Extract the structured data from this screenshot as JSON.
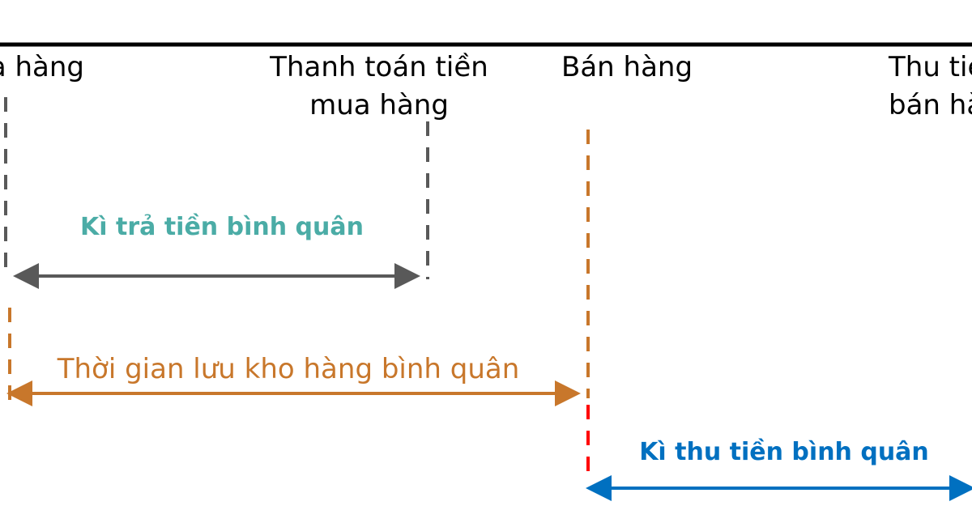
{
  "events": {
    "purchase": "Mua hàng",
    "pay_purchase_line1": "Thanh toán tiền",
    "pay_purchase_line2": "mua hàng",
    "sale": "Bán hàng",
    "collect_line1": "Thu tiền",
    "collect_line2": "bán hàng"
  },
  "periods": {
    "payables": "Kì trả tiền bình quân",
    "inventory": "Thời gian lưu kho hàng bình quân",
    "receivables": "Kì thu tiền bình quân"
  },
  "colors": {
    "axis": "#000000",
    "payables": "#4BACA6",
    "payables_arrow": "#595959",
    "inventory": "#C8772B",
    "receivables": "#0070C0",
    "sale_marker": "#FF0000"
  }
}
